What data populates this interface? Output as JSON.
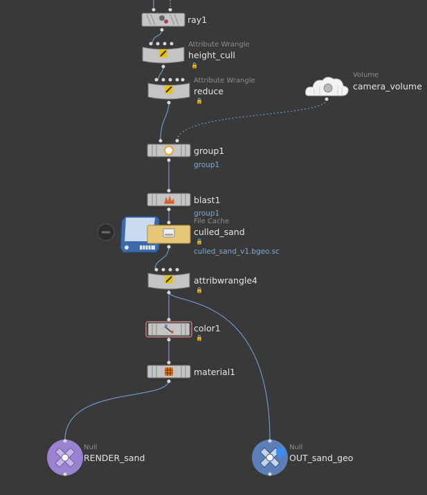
{
  "nodes": {
    "ray1": {
      "name": "ray1",
      "icon": "ray-icon"
    },
    "height_cull": {
      "type": "Attribute Wrangle",
      "name": "height_cull",
      "icon": "wrangle-icon"
    },
    "reduce": {
      "type": "Attribute Wrangle",
      "name": "reduce",
      "icon": "wrangle-icon"
    },
    "camera_volume": {
      "type": "Volume",
      "name": "camera_volume",
      "icon": "cloud-volume-icon"
    },
    "group1": {
      "name": "group1",
      "group": "group1",
      "icon": "group-icon"
    },
    "blast1": {
      "name": "blast1",
      "group": "group1",
      "icon": "blast-icon"
    },
    "culled_sand": {
      "type": "File Cache",
      "name": "culled_sand",
      "file": "culled_sand_v1.bgeo.sc",
      "icon": "file-cache-icon"
    },
    "attribwrangle4": {
      "name": "attribwrangle4",
      "icon": "wrangle-icon"
    },
    "color1": {
      "name": "color1",
      "icon": "color-icon"
    },
    "material1": {
      "name": "material1",
      "icon": "material-icon"
    },
    "render_sand": {
      "type": "Null",
      "name": "RENDER_sand",
      "icon": "null-icon",
      "color": "#9a82d0"
    },
    "out_sand_geo": {
      "type": "Null",
      "name": "OUT_sand_geo",
      "icon": "null-icon",
      "color": "#5d7fb8"
    }
  },
  "colors": {
    "background": "#393939",
    "wire": "#6f99cc",
    "node_body": "#bdbdbd",
    "file_cache_body": "#e6c77a"
  }
}
